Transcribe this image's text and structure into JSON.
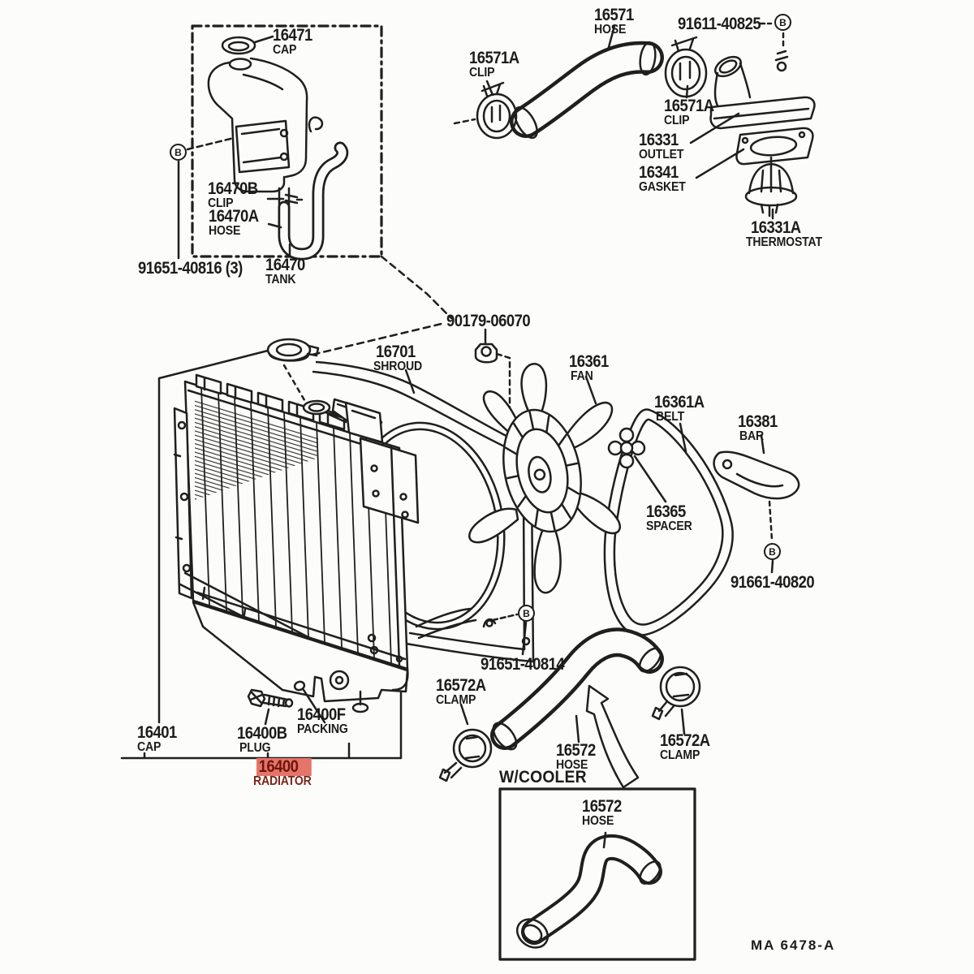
{
  "diagram": {
    "footer_code": "MA  6478-A",
    "variant_note": "W/COOLER",
    "symbols": {
      "bolt": "B"
    },
    "highlight": {
      "bg": "#e4756b",
      "fg": "#6f150b"
    },
    "labels": {
      "cap16471": {
        "number": "16471",
        "name": "CAP"
      },
      "clip16470b": {
        "number": "16470B",
        "name": "CLIP"
      },
      "hose16470a": {
        "number": "16470A",
        "name": "HOSE"
      },
      "bolt91651_40816": {
        "number": "91651-40816 (3)"
      },
      "tank16470": {
        "number": "16470",
        "name": "TANK"
      },
      "hose16571": {
        "number": "16571",
        "name": "HOSE"
      },
      "clip16571a_left": {
        "number": "16571A",
        "name": "CLIP"
      },
      "bolt91611_40825": {
        "number": "91611-40825"
      },
      "clip16571a_right": {
        "number": "16571A",
        "name": "CLIP"
      },
      "outlet16331": {
        "number": "16331",
        "name": "OUTLET"
      },
      "gasket16341": {
        "number": "16341",
        "name": "GASKET"
      },
      "thermostat16331a": {
        "number": "16331A",
        "name": "THERMOSTAT"
      },
      "nut90179_06070": {
        "number": "90179-06070"
      },
      "shroud16701": {
        "number": "16701",
        "name": "SHROUD"
      },
      "fan16361": {
        "number": "16361",
        "name": "FAN"
      },
      "belt16361a": {
        "number": "16361A",
        "name": "BELT"
      },
      "bar16381": {
        "number": "16381",
        "name": "BAR"
      },
      "spacer16365": {
        "number": "16365",
        "name": "SPACER"
      },
      "bolt91661_40820": {
        "number": "91661-40820"
      },
      "bolt91651_40814": {
        "number": "91651-40814"
      },
      "clamp16572a_left": {
        "number": "16572A",
        "name": "CLAMP"
      },
      "hose16572": {
        "number": "16572",
        "name": "HOSE"
      },
      "clamp16572a_right": {
        "number": "16572A",
        "name": "CLAMP"
      },
      "cap16401": {
        "number": "16401",
        "name": "CAP"
      },
      "plug16400b": {
        "number": "16400B",
        "name": "PLUG"
      },
      "packing16400f": {
        "number": "16400F",
        "name": "PACKING"
      },
      "radiator16400": {
        "number": "16400",
        "name": "RADIATOR"
      },
      "hose16572_inset": {
        "number": "16572",
        "name": "HOSE"
      }
    }
  }
}
